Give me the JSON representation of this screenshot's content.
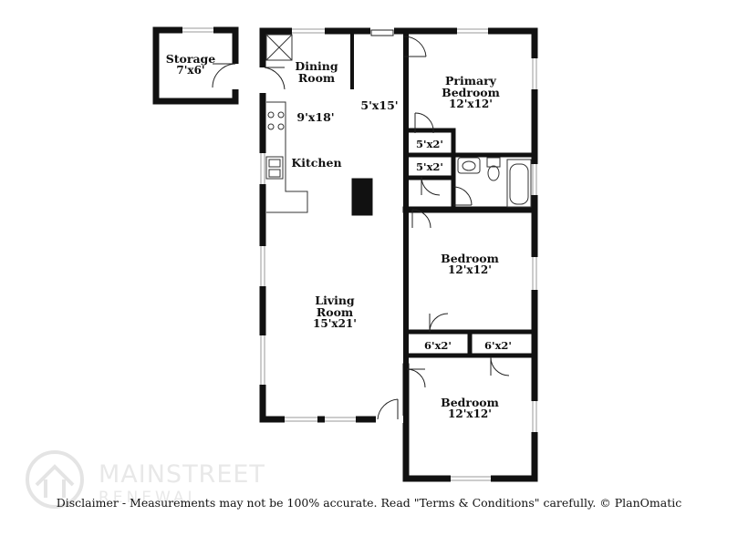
{
  "rooms": {
    "storage": {
      "name": "Storage",
      "size": "7'x6'"
    },
    "dining": {
      "name_line1": "Dining",
      "name_line2": "Room"
    },
    "hall": {
      "size": "5'x15'"
    },
    "primary_bedroom": {
      "name_line1": "Primary",
      "name_line2": "Bedroom",
      "size": "12'x12'"
    },
    "kitchen_size": {
      "size": "9'x18'"
    },
    "kitchen": {
      "name": "Kitchen"
    },
    "closet_primary": {
      "size": "5'x2'"
    },
    "bath": {
      "size": "5'x2'"
    },
    "bedroom_2": {
      "name": "Bedroom",
      "size": "12'x12'"
    },
    "living": {
      "name_line1": "Living",
      "name_line2": "Room",
      "size": "15'x21'"
    },
    "closet_a": {
      "size": "6'x2'"
    },
    "closet_b": {
      "size": "6'x2'"
    },
    "bedroom_3": {
      "name": "Bedroom",
      "size": "12'x12'"
    }
  },
  "watermark": {
    "line1": "MAINSTREET",
    "line2": "RENEWAL"
  },
  "disclaimer": "Disclaimer - Measurements may not be 100% accurate. Read \"Terms & Conditions\" carefully. © PlanOmatic",
  "colors": {
    "wall": "#111111",
    "window": "#9a9a9a",
    "watermark": "#d4d4d4"
  }
}
